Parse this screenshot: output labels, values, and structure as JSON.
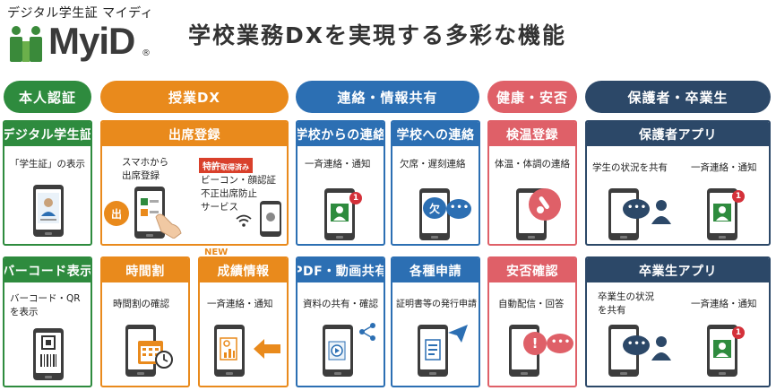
{
  "header": {
    "logo_caption": "デジタル学生証 マイディ",
    "logo_wordmark": "MyiD",
    "logo_registered": "®",
    "tagline": "学校業務DXを実現する多彩な機能"
  },
  "categories": [
    {
      "label": "本人認証",
      "color": "#2e8b3e"
    },
    {
      "label": "授業DX",
      "color": "#e98a1c"
    },
    {
      "label": "連絡・情報共有",
      "color": "#2c6fb3"
    },
    {
      "label": "健康・安否",
      "color": "#df6068"
    },
    {
      "label": "保護者・卒業生",
      "color": "#2c4868"
    }
  ],
  "cards": {
    "digital_id": {
      "title": "デジタル学生証",
      "desc": "「学生証」の表示"
    },
    "attendance": {
      "title": "出席登録",
      "desc_line1": "スマホから",
      "desc_line2": "出席登録",
      "patent_label": "特許",
      "patent_note": "取得済み",
      "method_line1": "ビーコン・顔認証",
      "method_line2": "不正出席防止",
      "method_line3": "サービス",
      "attend_badge": "出"
    },
    "school_to": {
      "title": "学校からの連絡",
      "desc": "一斉連絡・通知",
      "badge": "1"
    },
    "to_school": {
      "title": "学校への連絡",
      "desc": "欠席・遅刻連絡",
      "bubble_char": "欠",
      "dots": "•••"
    },
    "temperature": {
      "title": "検温登録",
      "desc": "体温・体調の連絡"
    },
    "parent_app": {
      "title": "保護者アプリ",
      "desc_left": "学生の状況を共有",
      "desc_right": "一斉連絡・通知",
      "dots": "•••",
      "badge": "1"
    },
    "barcode": {
      "title": "バーコード表示",
      "desc_line1": "バーコード・QR",
      "desc_line2": "を表示"
    },
    "timetable": {
      "title": "時間割",
      "desc": "時間割の確認"
    },
    "grades": {
      "title": "成績情報",
      "desc": "一斉連絡・通知",
      "new_label": "NEW"
    },
    "pdf_video": {
      "title": "PDF・動画共有",
      "desc": "資料の共有・確認"
    },
    "applications": {
      "title": "各種申請",
      "desc": "証明書等の発行申請"
    },
    "safety": {
      "title": "安否確認",
      "desc": "自動配信・回答",
      "mark": "!",
      "dots": "•••"
    },
    "alumni_app": {
      "title": "卒業生アプリ",
      "desc_left_line1": "卒業生の状況",
      "desc_left_line2": "を共有",
      "desc_right": "一斉連絡・通知",
      "dots": "•••",
      "badge": "1"
    }
  },
  "colors": {
    "green": "#2e8b3e",
    "orange": "#e98a1c",
    "blue": "#2c6fb3",
    "pink": "#df6068",
    "navy": "#2c4868",
    "badge_red": "#d4313a"
  },
  "icons": [
    "person-logo-icon",
    "phone-icon",
    "hand-tap-icon",
    "wifi-icon",
    "face-scan-icon",
    "chat-bubble-icon",
    "person-icon",
    "thermometer-icon",
    "calendar-clock-icon",
    "document-chart-icon",
    "arrow-left-icon",
    "video-share-icon",
    "paper-plane-icon",
    "barcode-icon",
    "qr-code-icon"
  ]
}
